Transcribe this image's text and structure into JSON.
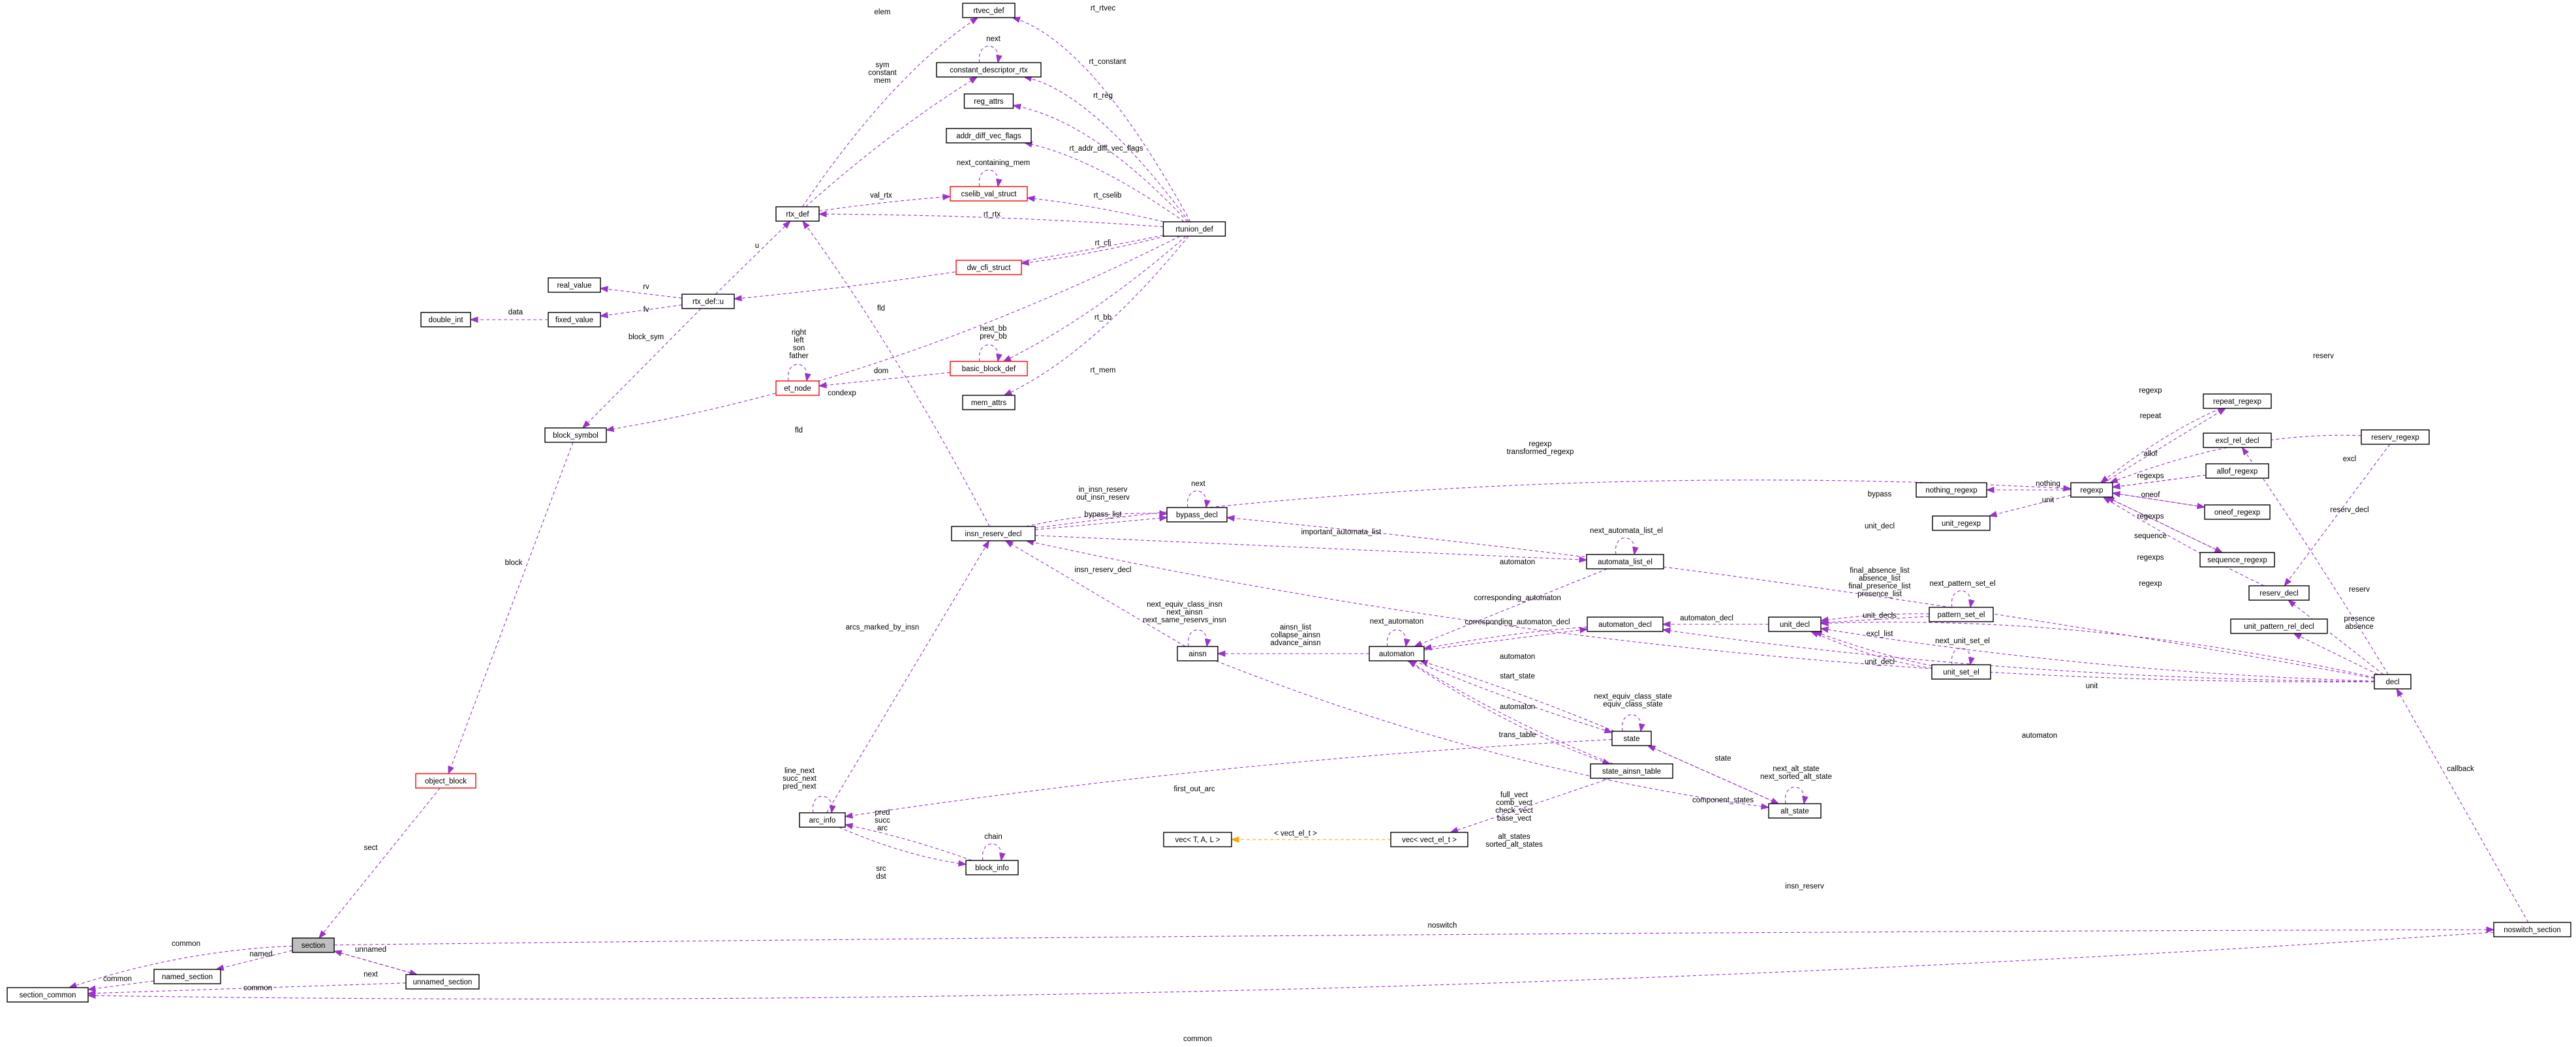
{
  "nodes": {
    "rtvec_def": "rtvec_def",
    "constant_descriptor_rtx": "constant_descriptor_rtx",
    "reg_attrs": "reg_attrs",
    "addr_diff_vec_flags": "addr_diff_vec_flags",
    "cselib_val_struct": "cselib_val_struct",
    "rtx_def": "rtx_def",
    "rtunion_def": "rtunion_def",
    "dw_cfi_struct": "dw_cfi_struct",
    "real_value": "real_value",
    "rtx_def_u": "rtx_def::u",
    "double_int": "double_int",
    "fixed_value": "fixed_value",
    "basic_block_def": "basic_block_def",
    "et_node": "et_node",
    "mem_attrs": "mem_attrs",
    "block_symbol": "block_symbol",
    "object_block": "object_block",
    "section": "section",
    "named_section": "named_section",
    "unnamed_section": "unnamed_section",
    "section_common": "section_common",
    "noswitch_section": "noswitch_section",
    "insn_reserv_decl": "insn_reserv_decl",
    "bypass_decl": "bypass_decl",
    "automata_list_el": "automata_list_el",
    "ainsn": "ainsn",
    "automaton": "automaton",
    "automaton_decl": "automaton_decl",
    "unit_decl": "unit_decl",
    "pattern_set_el": "pattern_set_el",
    "unit_set_el": "unit_set_el",
    "state": "state",
    "state_ainsn_table": "state_ainsn_table",
    "alt_state": "alt_state",
    "arc_info": "arc_info",
    "block_info": "block_info",
    "vec_T_A_L": "vec< T, A, L >",
    "vec_vect_el_t": "vec< vect_el_t >",
    "nothing_regexp": "nothing_regexp",
    "regexp": "regexp",
    "unit_regexp": "unit_regexp",
    "repeat_regexp": "repeat_regexp",
    "excl_rel_decl": "excl_rel_decl",
    "allof_regexp": "allof_regexp",
    "oneof_regexp": "oneof_regexp",
    "sequence_regexp": "sequence_regexp",
    "reserv_regexp": "reserv_regexp",
    "reserv_decl": "reserv_decl",
    "unit_pattern_rel_decl": "unit_pattern_rel_decl",
    "decl": "decl"
  },
  "edge_labels": {
    "elem": "elem",
    "rt_rtvec": "rt_rtvec",
    "next": "next",
    "sym_constant_mem": [
      "sym",
      "constant",
      "mem"
    ],
    "rt_constant": "rt_constant",
    "rt_reg": "rt_reg",
    "rt_addr_diff_vec_flags": "rt_addr_diff_vec_flags",
    "next_containing_mem": "next_containing_mem",
    "val_rtx": "val_rtx",
    "rt_cselib": "rt_cselib",
    "rt_rtx": "rt_rtx",
    "u": "u",
    "rt_cfi": "rt_cfi",
    "rv": "rv",
    "fv": "fv",
    "data": "data",
    "fld": "fld",
    "block_sym": "block_sym",
    "rt_bb": "rt_bb",
    "next_bb_prev_bb": [
      "next_bb",
      "prev_bb"
    ],
    "et_node_self": [
      "right",
      "left",
      "son",
      "father"
    ],
    "dom": "dom",
    "condexp": "condexp",
    "rt_mem": "rt_mem",
    "block": "block",
    "sect": "sect",
    "common": "common",
    "named": "named",
    "unnamed": "unnamed",
    "noswitch": "noswitch",
    "in_out_insn_reserv": [
      "in_insn_reserv",
      "out_insn_reserv"
    ],
    "bypass_list": "bypass_list",
    "important_automata_list": "important_automata_list",
    "regexp_transformed": [
      "regexp",
      "transformed_regexp"
    ],
    "bypass": "bypass",
    "next_automata_list_el": "next_automata_list_el",
    "automaton": "automaton",
    "insn_reserv_decl": "insn_reserv_decl",
    "arcs_marked_by_insn": "arcs_marked_by_insn",
    "ainsn_self": [
      "next_equiv_class_insn",
      "next_ainsn",
      "next_same_reservs_insn"
    ],
    "ainsn_list": [
      "ainsn_list",
      "collapse_ainsn",
      "advance_ainsn"
    ],
    "next_automaton": "next_automaton",
    "corresponding_automaton": "corresponding_automaton",
    "corresponding_automaton_decl": "corresponding_automaton_decl",
    "automaton_decl": "automaton_decl",
    "unit_decl": "unit_decl",
    "presence_lists": [
      "final_absence_list",
      "absence_list",
      "final_presence_list",
      "presence_list"
    ],
    "next_pattern_set_el": "next_pattern_set_el",
    "unit_decls": "unit_decls",
    "excl_list": "excl_list",
    "next_unit_set_el": "next_unit_set_el",
    "start_state": "start_state",
    "state_self": [
      "next_equiv_class_state",
      "equiv_class_state"
    ],
    "trans_table": "trans_table",
    "state": "state",
    "alt_state_self": [
      "next_alt_state",
      "next_sorted_alt_state"
    ],
    "component_states": "component_states",
    "alt_states": [
      "alt_states",
      "sorted_alt_states"
    ],
    "vect_lists": [
      "full_vect",
      "comb_vect",
      "check_vect",
      "base_vect"
    ],
    "vect_el_t": "< vect_el_t >",
    "first_out_arc": "first_out_arc",
    "arc_self": [
      "line_next",
      "succ_next",
      "pred_next"
    ],
    "pred_succ_arc": [
      "pred",
      "succ",
      "arc"
    ],
    "src_dst": [
      "src",
      "dst"
    ],
    "chain": "chain",
    "insn_reserv": "insn_reserv",
    "unit": "unit",
    "nothing": "nothing",
    "reserv": "reserv",
    "regexp": "regexp",
    "repeat": "repeat",
    "allof": "allof",
    "regexps": "regexps",
    "oneof": "oneof",
    "sequence": "sequence",
    "excl": "excl",
    "reserv_decl": "reserv_decl",
    "presence_absence": [
      "presence",
      "absence"
    ],
    "callback": "callback"
  },
  "colors": {
    "edge": "#9a32cd",
    "template_edge": "#ffa500",
    "incomplete_border": "#ff0000",
    "current_node_fill": "#bfbfbf"
  }
}
